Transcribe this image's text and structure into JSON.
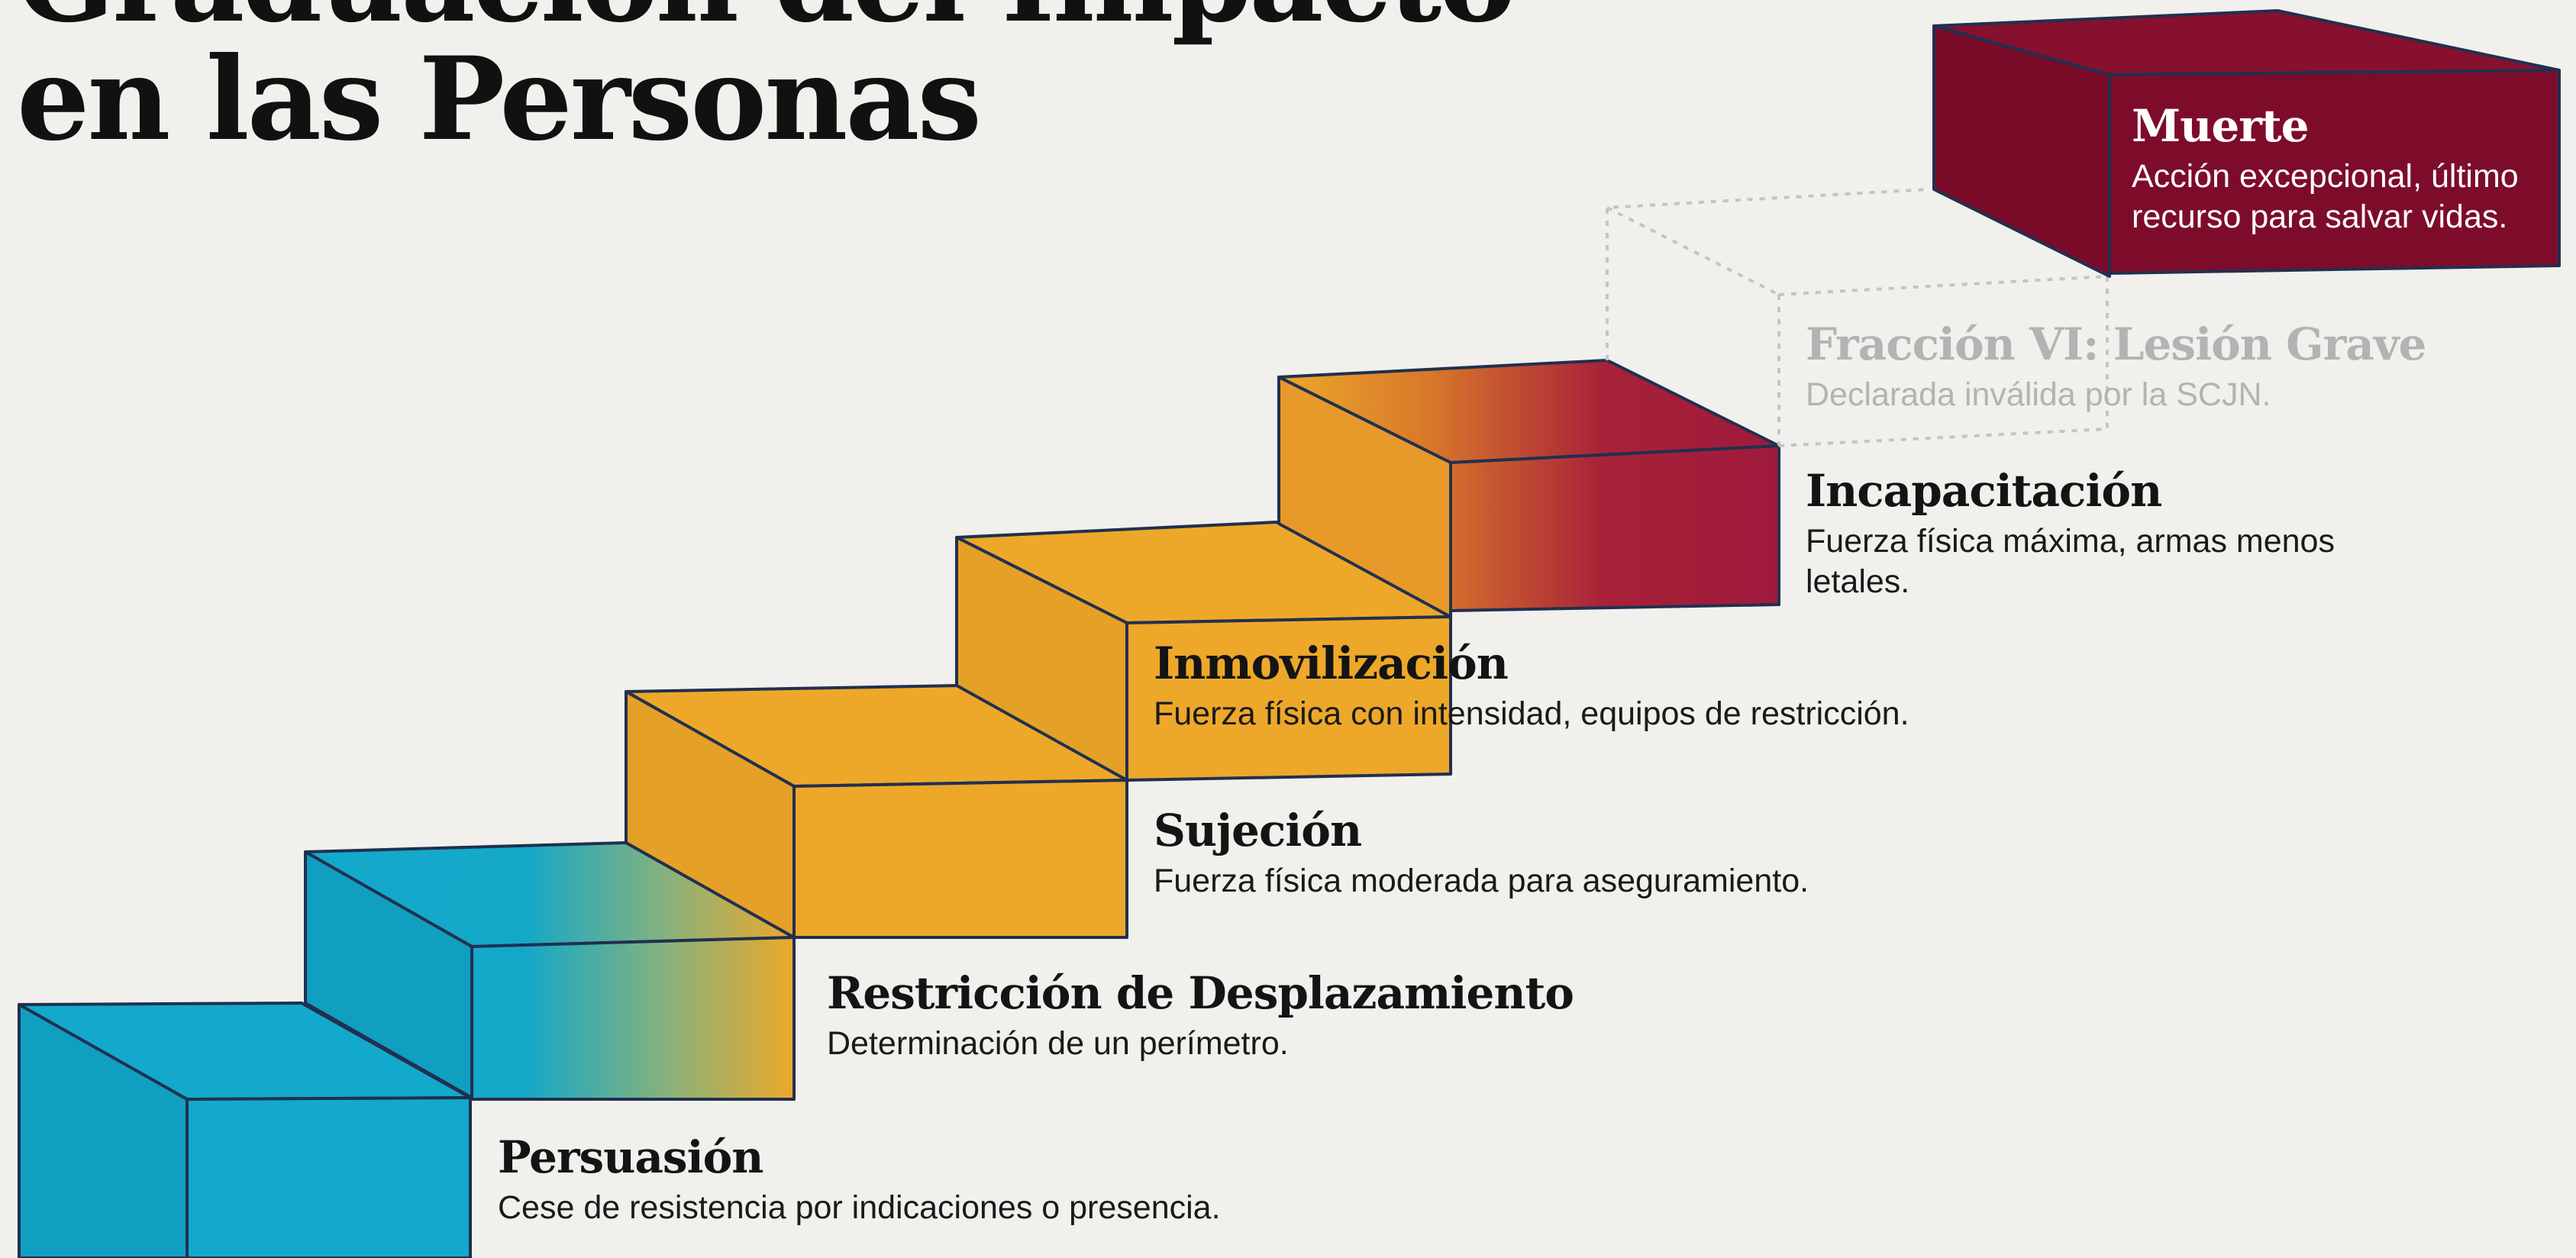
{
  "title": {
    "line1": "Graduación del Impacto",
    "line2": "en las Personas"
  },
  "colors": {
    "background": "#f1f0ec",
    "cyan": "#13a9cc",
    "amber": "#eda82a",
    "crimson": "#9f1a3c",
    "maroon": "#7d0c2a",
    "outline": "#21304f",
    "muted_text": "#b3b3b3"
  },
  "steps": [
    {
      "name": "Persuasión",
      "description": "Cese de resistencia por indicaciones o presencia."
    },
    {
      "name": "Restricción de Desplazamiento",
      "description": "Determinación de un perímetro."
    },
    {
      "name": "Sujeción",
      "description": "Fuerza física moderada para aseguramiento."
    },
    {
      "name": "Inmovilización",
      "description": "Fuerza física con intensidad, equipos de restricción."
    },
    {
      "name": "Incapacitación",
      "description": "Fuerza física máxima, armas menos letales."
    },
    {
      "name": "Fracción VI: Lesión Grave",
      "description": "Declarada inválida por la SCJN."
    },
    {
      "name": "Muerte",
      "description": "Acción excepcional, último recurso para salvar vidas."
    }
  ]
}
